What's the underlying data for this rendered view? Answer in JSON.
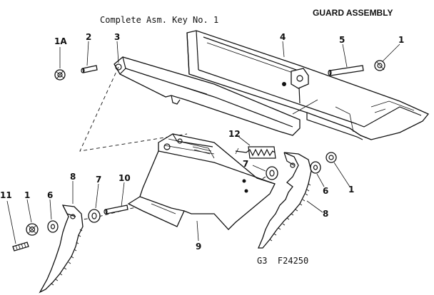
{
  "header": {
    "title": "Complete Asm. Key No. 1",
    "assembly": "GUARD ASSEMBLY"
  },
  "footer": {
    "figure_ref": "G3  F24250"
  },
  "callouts": {
    "c_1a": "1A",
    "c_2": "2",
    "c_3": "3",
    "c_4": "4",
    "c_5": "5",
    "c_1_top": "1",
    "c_12": "12",
    "c_7_right": "7",
    "c_6_right": "6",
    "c_1_right": "1",
    "c_8_right": "8",
    "c_8_left": "8",
    "c_7_left": "7",
    "c_10": "10",
    "c_11": "11",
    "c_1_left": "1",
    "c_6_left": "6",
    "c_9": "9"
  }
}
